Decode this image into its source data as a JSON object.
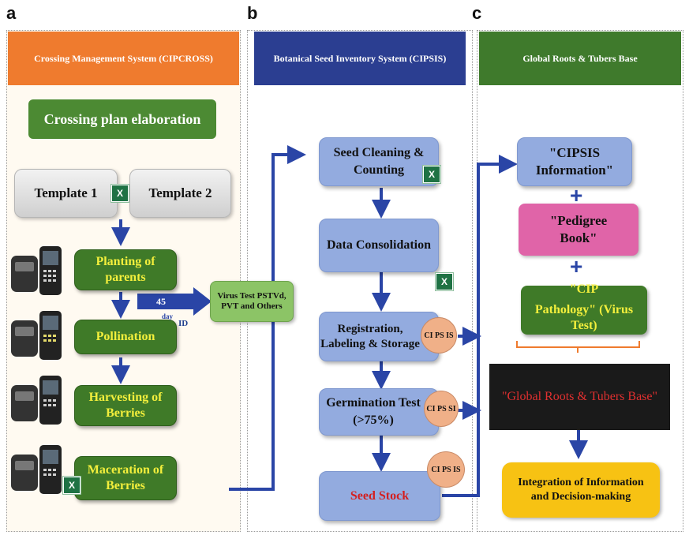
{
  "panels": {
    "a": {
      "letter": "a",
      "header": "Crossing Management System  (CIPCROSS)",
      "crossing_plan": "Crossing plan elaboration",
      "template1": "Template 1",
      "template2": "Template 2",
      "planting": "Planting of parents",
      "pollination": "Pollination",
      "harvesting": "Harvesting of Berries",
      "maceration": "Maceration of Berries",
      "days_value": "45",
      "days_label": "day",
      "id_label": "ID",
      "virus_test": "Virus Test PSTVd, PVT and Others"
    },
    "b": {
      "letter": "b",
      "header": "Botanical Seed Inventory System (CIPSIS)",
      "seed_cleaning": "Seed Cleaning & Counting",
      "data_consolidation": "Data Consolidation",
      "registration": "Registration, Labeling & Storage",
      "germination": "Germination Test (>75%)",
      "seed_stock": "Seed Stock",
      "badge1": "CI PS IS",
      "badge2": "CI PS SI",
      "badge3": "CI PS IS"
    },
    "c": {
      "letter": "c",
      "header": "Global Roots & Tubers Base",
      "cipsis_info": "\"CIPSIS Information\"",
      "plus1": "+",
      "pedigree": "\"Pedigree Book\"",
      "plus2": "+",
      "cip_pathology_1": "\"CIP",
      "cip_pathology_2": "Pathology\" (Virus Test)",
      "global_base": "\"Global Roots & Tubers Base\"",
      "integration": "Integration of Information and Decision-making"
    }
  },
  "colors": {
    "orange_header": "#ef7b2e",
    "blue_header": "#2b3e91",
    "green_header": "#3f7a2c",
    "green_box": "#3f7a28",
    "blue_box": "#93abdf",
    "pink_box": "#e064a8",
    "black_box": "#1a1a1a",
    "yellow_box": "#f7c213",
    "arrow": "#2a45a6",
    "brace": "#ef7b2e"
  },
  "icons": [
    "excel-icon",
    "handheld-scanner-icon",
    "printer-icon",
    "plus-icon",
    "arrow-icon"
  ]
}
